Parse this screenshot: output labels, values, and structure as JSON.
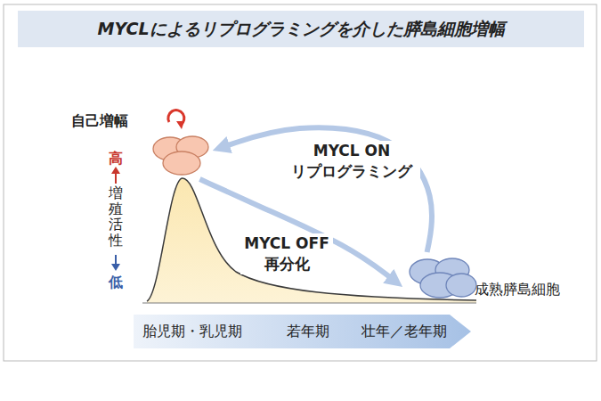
{
  "diagram": {
    "title": "MYCLによるリプログラミングを介した膵島細胞増幅",
    "nodes": [
      {
        "text": [
          "自己増幅"
        ]
      },
      {
        "text": [
          "成熟膵島細胞"
        ]
      }
    ],
    "edges": [
      {
        "from": 1,
        "to": 0,
        "label": "MYCL ON リプログラミング",
        "arrow": "to"
      },
      {
        "from": 0,
        "to": 1,
        "label": "MYCL OFF 再分化",
        "arrow": "to"
      }
    ],
    "labels": [
      "高",
      "増殖活性",
      "低",
      "胎児期・乳児期",
      "若年期",
      "壮年／老年期"
    ]
  }
}
